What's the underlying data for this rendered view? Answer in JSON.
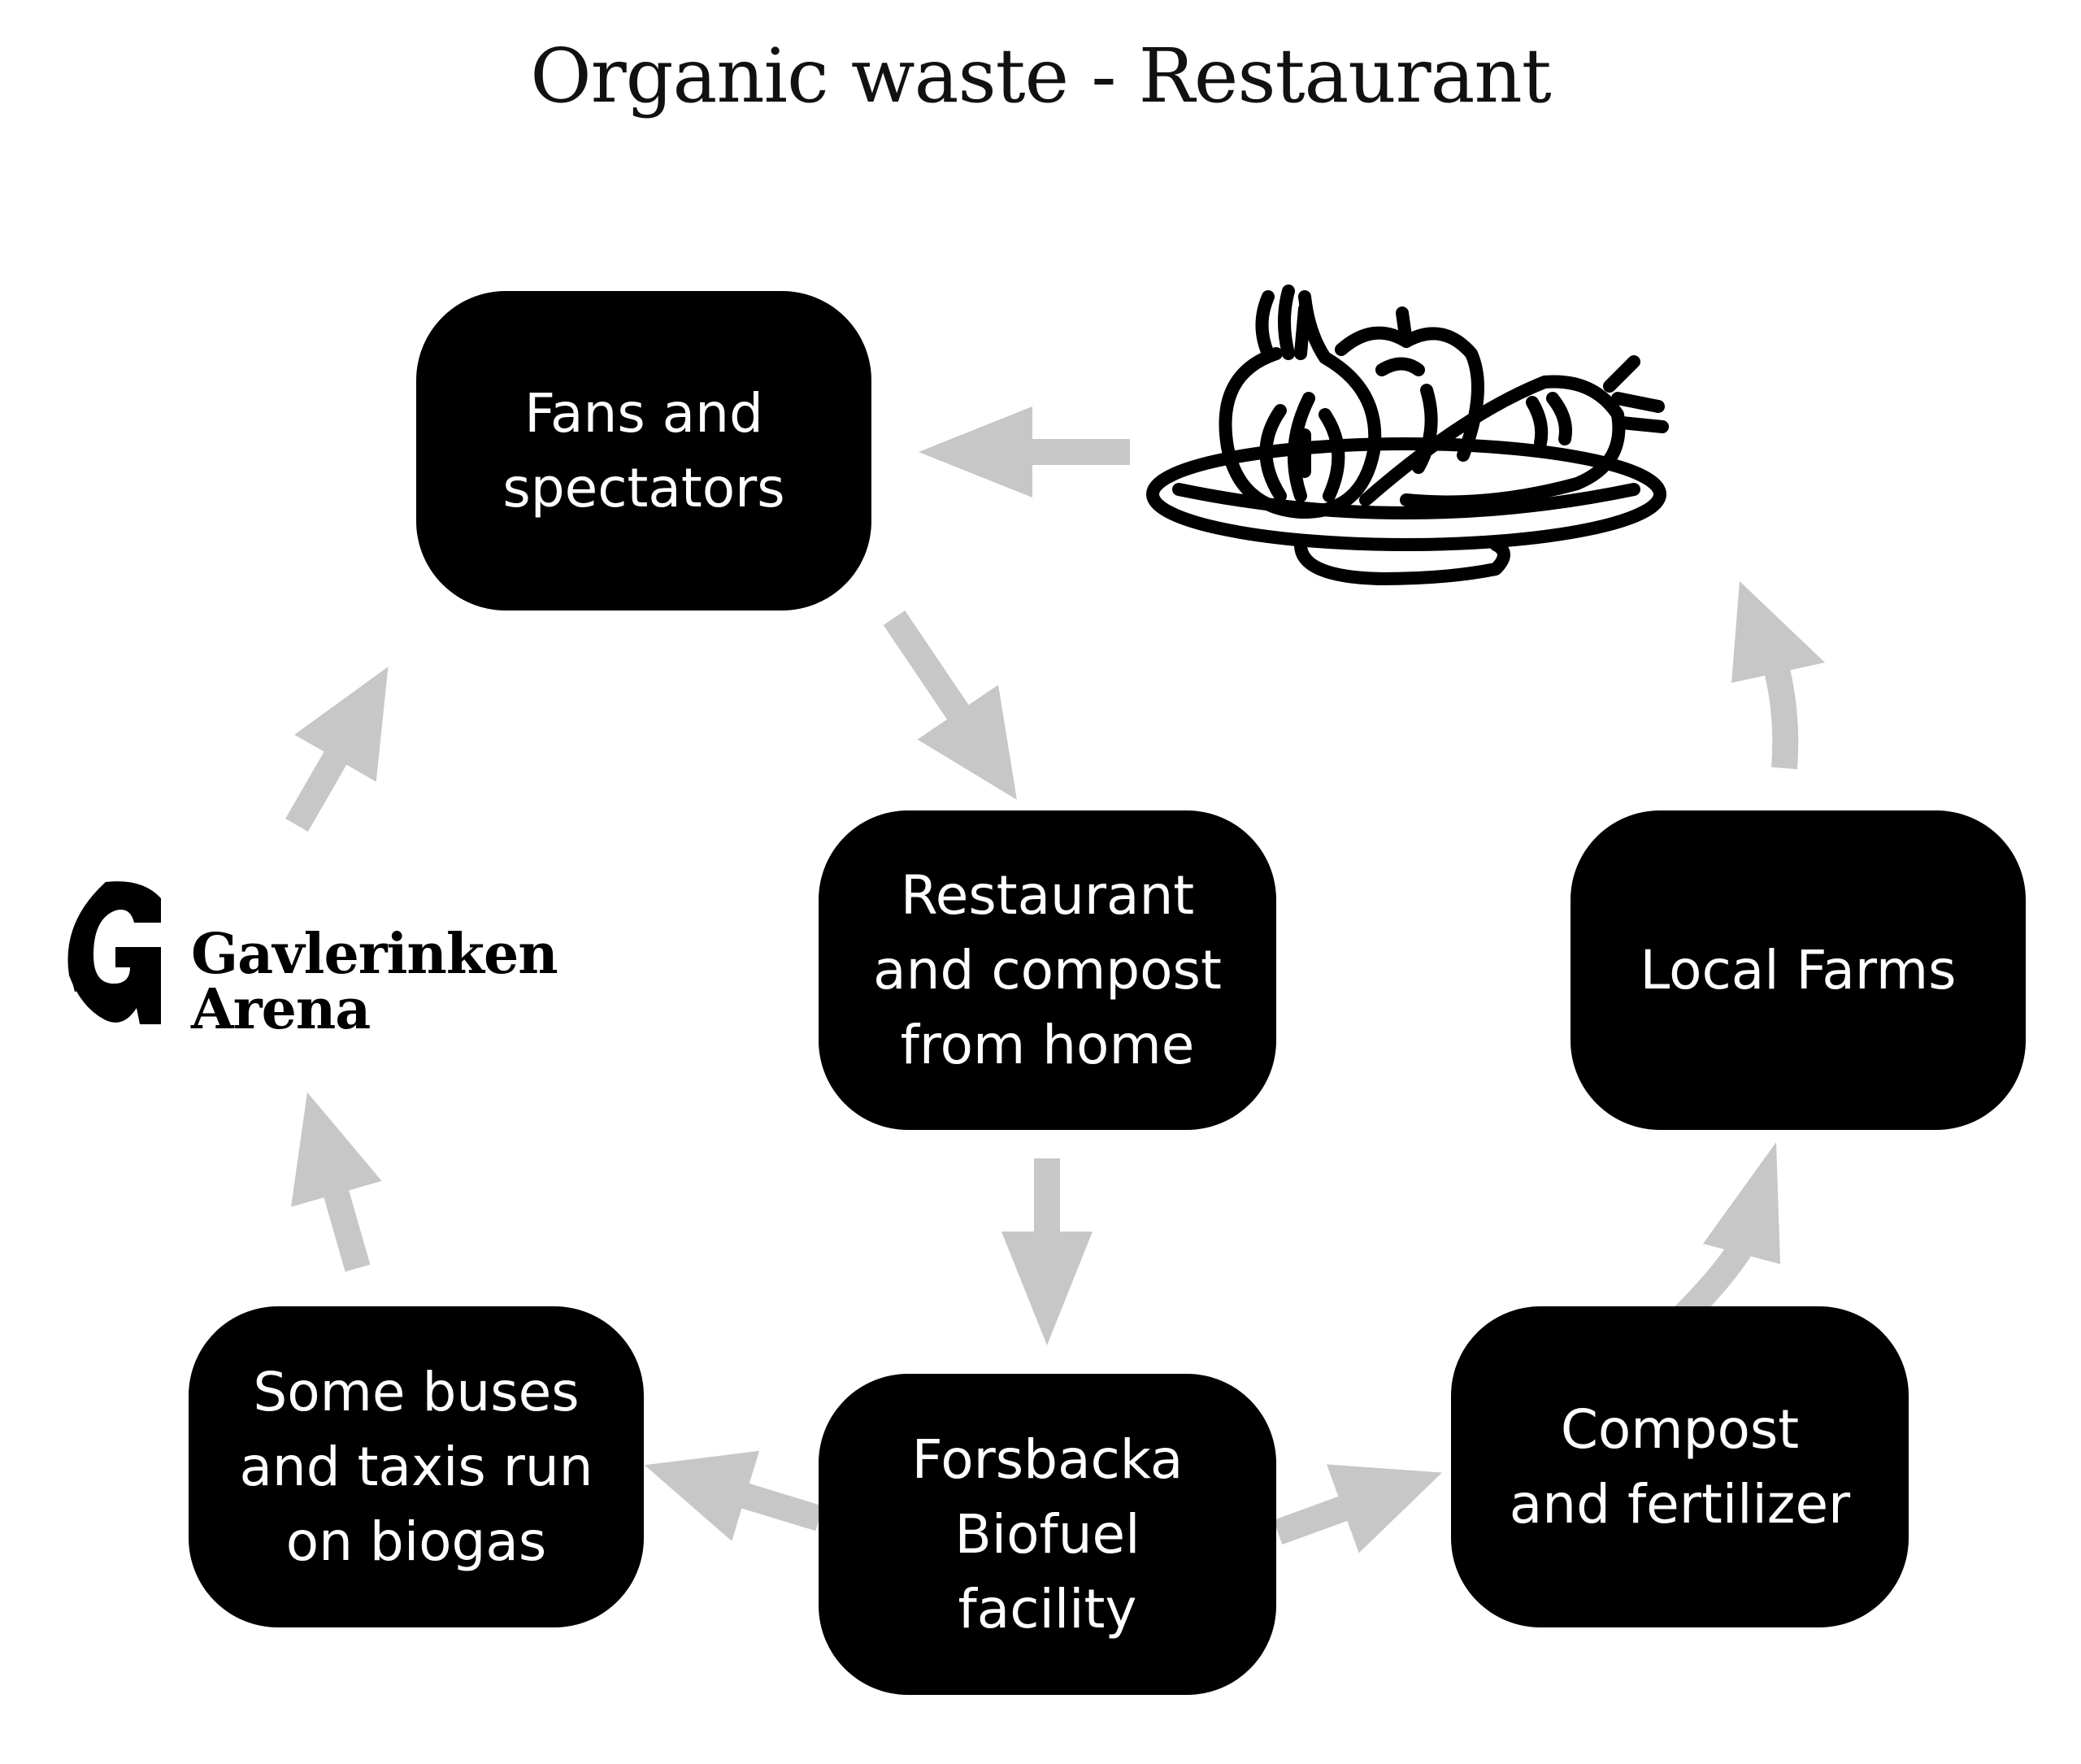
{
  "title": "Organic waste - Restaurant",
  "nodes": {
    "fans": "Fans and\nspectators",
    "restaurant": "Restaurant\nand compost\nfrom home",
    "forsbacka": "Forsbacka\nBiofuel\nfacility",
    "compost": "Compost\nand fertilizer",
    "farms": "Local Farms",
    "buses": "Some buses\nand taxis run\non biogas"
  },
  "logo": {
    "text": "Gavlerinken\nArena"
  },
  "icons": {
    "food": "vegetable-plate-icon",
    "logo": "gavlerinken-logo-icon"
  },
  "colors": {
    "node_fill": "#000000",
    "node_text": "#ffffff",
    "arrow": "#c6c7c6"
  }
}
